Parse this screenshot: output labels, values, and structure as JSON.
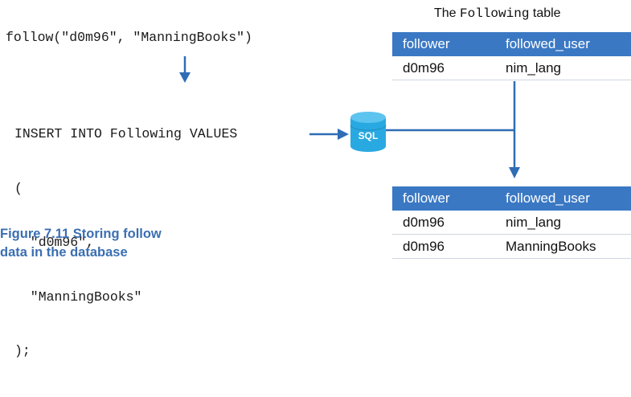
{
  "code": {
    "call": "follow(\"d0m96\", \"ManningBooks\")",
    "insert_lines": [
      "INSERT INTO Following VALUES",
      "(",
      "  \"d0m96\",",
      "  \"ManningBooks\"",
      ");"
    ]
  },
  "database_icon": {
    "icon": "database-icon",
    "label": "SQL",
    "color": "#29a9e1"
  },
  "table_caption": {
    "prefix": "The ",
    "name": "Following",
    "suffix": " table"
  },
  "table_before": {
    "headers": [
      "follower",
      "followed_user"
    ],
    "rows": [
      [
        "d0m96",
        "nim_lang"
      ]
    ]
  },
  "table_after": {
    "headers": [
      "follower",
      "followed_user"
    ],
    "rows": [
      [
        "d0m96",
        "nim_lang"
      ],
      [
        "d0m96",
        "ManningBooks"
      ]
    ]
  },
  "figure_caption": {
    "line1": "Figure 7.11   Storing follow",
    "line2": "data in the database"
  },
  "colors": {
    "header": "#3a78c4",
    "arrow": "#2f6db5",
    "caption": "#3a6fb2"
  }
}
